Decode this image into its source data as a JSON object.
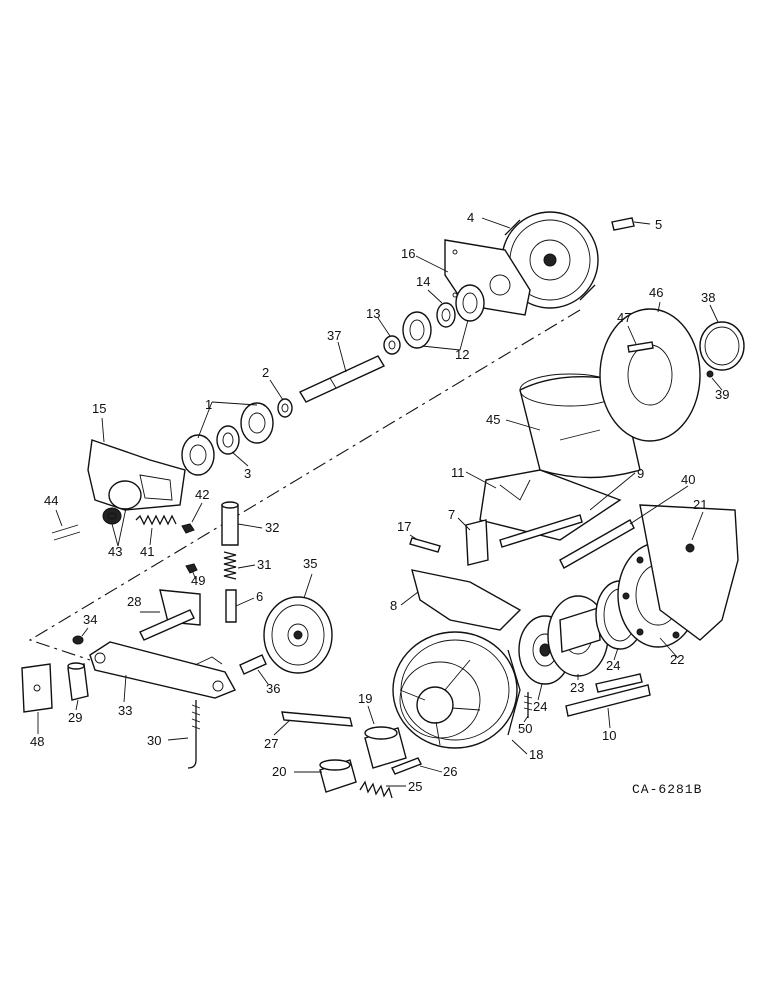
{
  "drawing_ref": "CA-6281B",
  "part_labels": [
    "1",
    "2",
    "3",
    "4",
    "5",
    "6",
    "7",
    "8",
    "9",
    "10",
    "11",
    "12",
    "13",
    "14",
    "15",
    "16",
    "17",
    "18",
    "19",
    "20",
    "21",
    "22",
    "23",
    "24",
    "24",
    "25",
    "26",
    "27",
    "28",
    "29",
    "30",
    "31",
    "32",
    "33",
    "34",
    "35",
    "36",
    "37",
    "38",
    "39",
    "40",
    "41",
    "42",
    "43",
    "44",
    "45",
    "46",
    "47",
    "48",
    "49",
    "50"
  ]
}
